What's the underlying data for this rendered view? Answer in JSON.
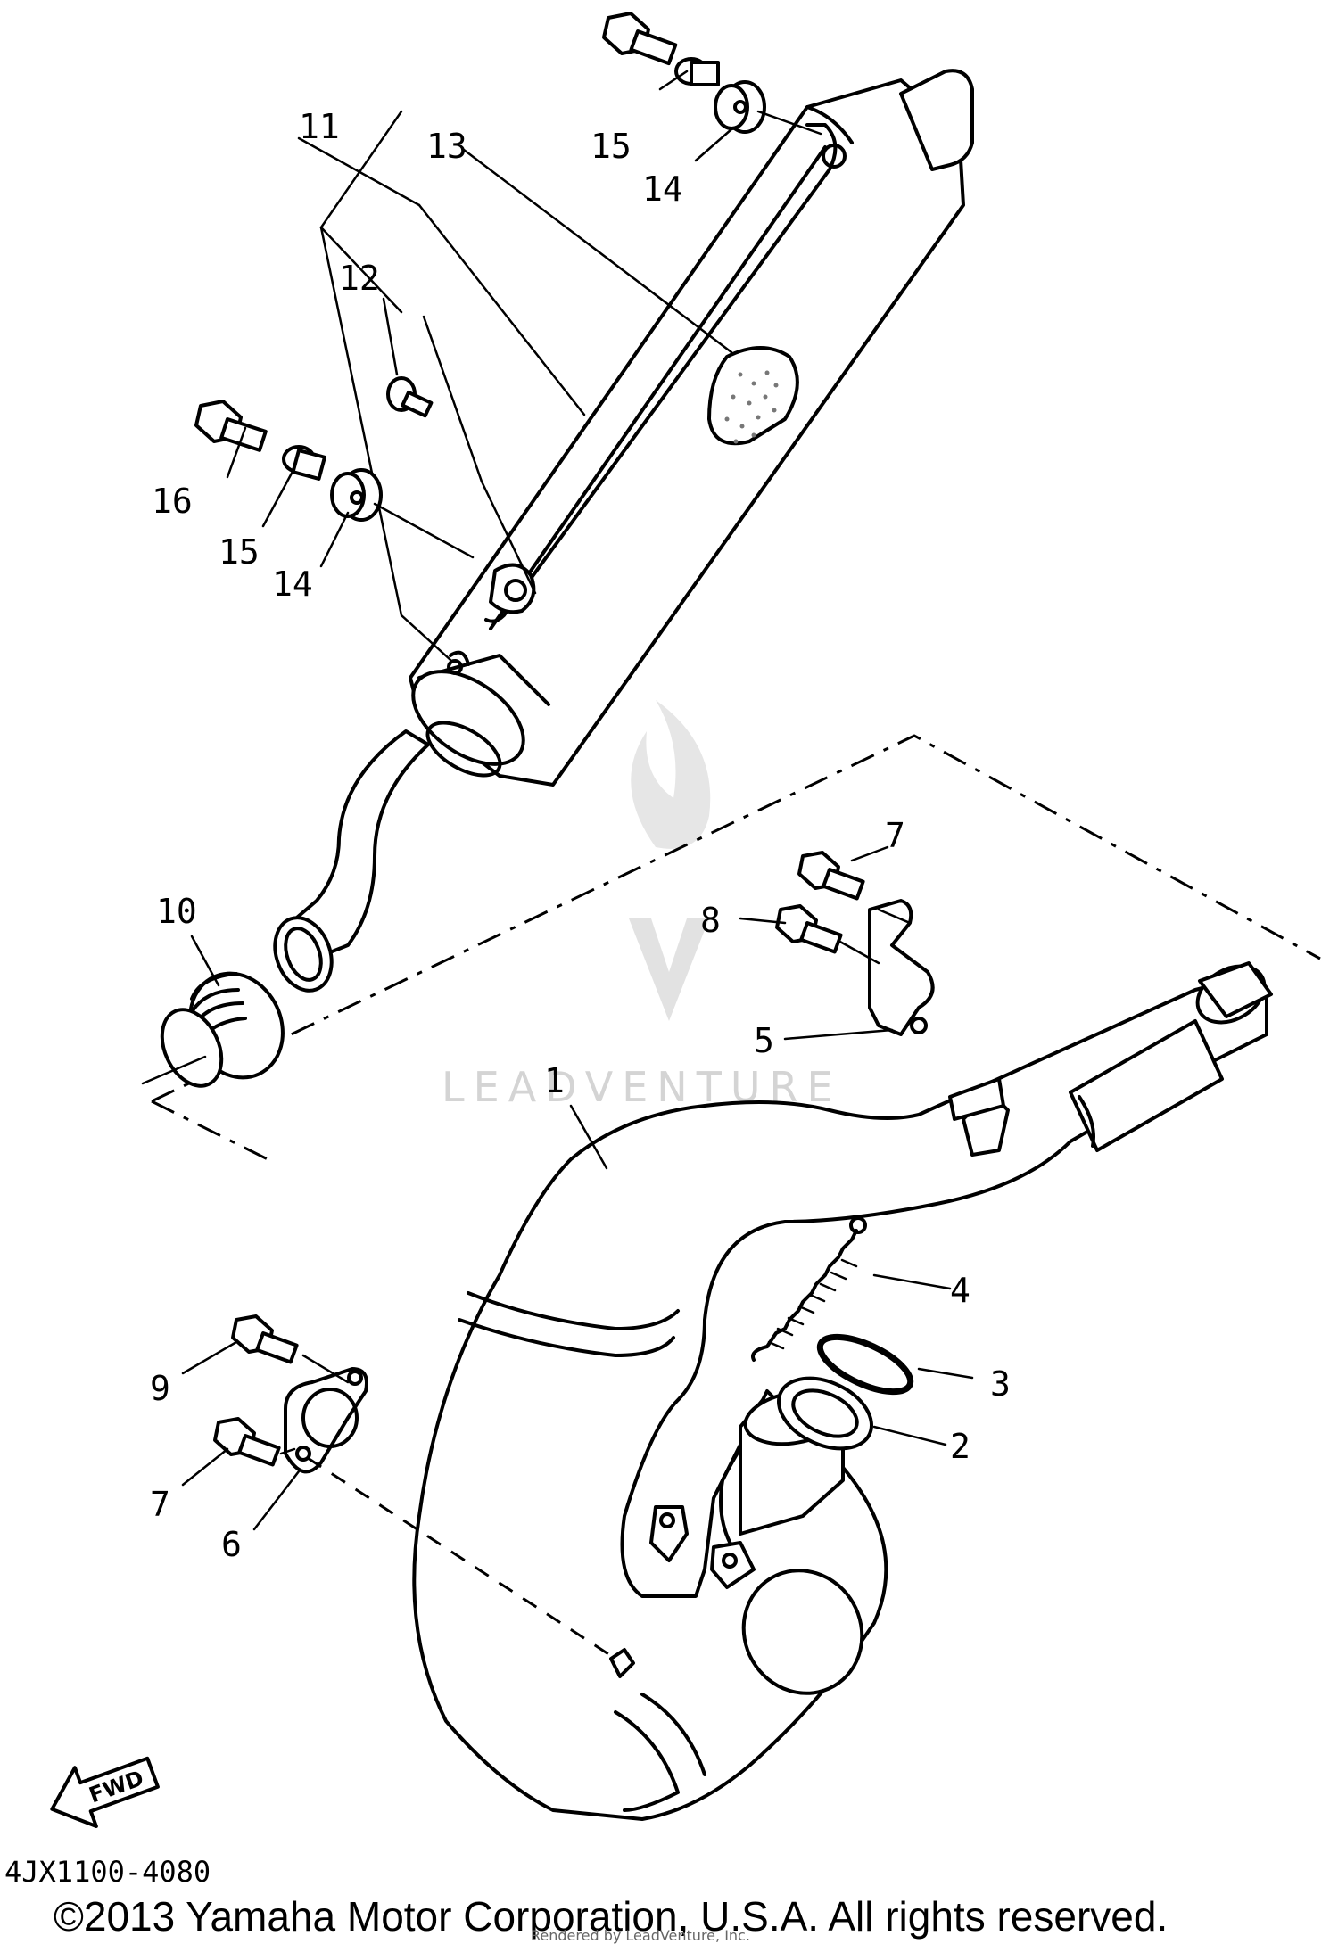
{
  "callouts": {
    "c1": "1",
    "c2": "2",
    "c3": "3",
    "c4": "4",
    "c5": "5",
    "c6": "6",
    "c7a": "7",
    "c7b": "7",
    "c8": "8",
    "c9": "9",
    "c10": "10",
    "c11": "11",
    "c12": "12",
    "c13": "13",
    "c14a": "14",
    "c14b": "14",
    "c15a": "15",
    "c15b": "15",
    "c16": "16"
  },
  "watermark": {
    "brand": "LEADVENTURE",
    "rendered_by": "Rendered by LeadVenture, Inc."
  },
  "fwd_label": "FWD",
  "diagram_code": "4JX1100-4080",
  "copyright": "©2013 Yamaha Motor Corporation, U.S.A. All rights reserved."
}
